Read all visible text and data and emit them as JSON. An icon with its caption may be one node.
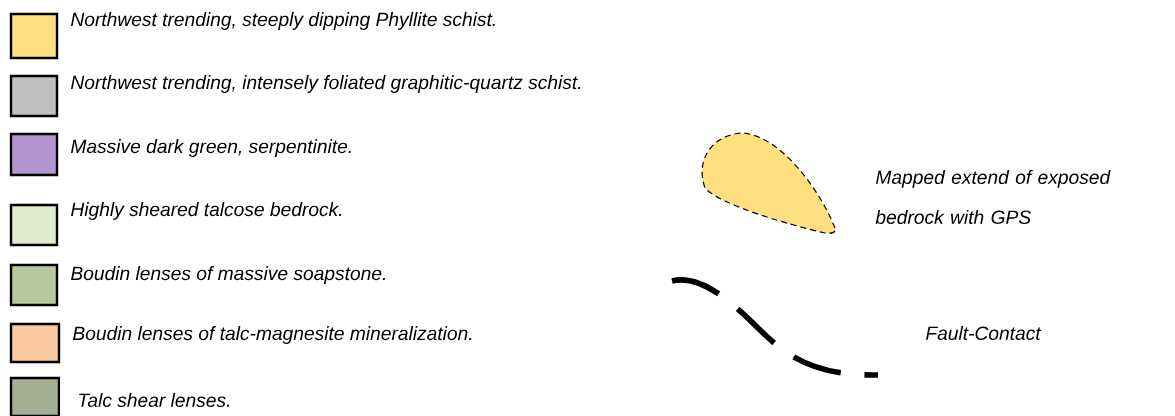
{
  "diagram": {
    "legend": [
      {
        "text": "Northwest trending, steeply dipping Phyllite schist.",
        "color": "#ffdf80"
      },
      {
        "text": "Northwest trending, intensely foliated graphitic-quartz schist.",
        "color": "#bfbfbf"
      },
      {
        "text": "Massive dark green, serpentinite.",
        "color": "#b294cf"
      },
      {
        "text": "Highly sheared talcose bedrock.",
        "color": "#e0eacc"
      },
      {
        "text": "Boudin lenses of massive soapstone.",
        "color": "#b8c89c"
      },
      {
        "text": "Boudin lenses of talc-magnesite mineralization.",
        "color": "#f9c9a0"
      },
      {
        "text": "Talc shear lenses.",
        "color": "#a4ae92"
      },
      {
        "text": "Mapped extend of exposed bedrock with GPS"
      },
      {
        "text": "Fault-Contact"
      }
    ]
  }
}
